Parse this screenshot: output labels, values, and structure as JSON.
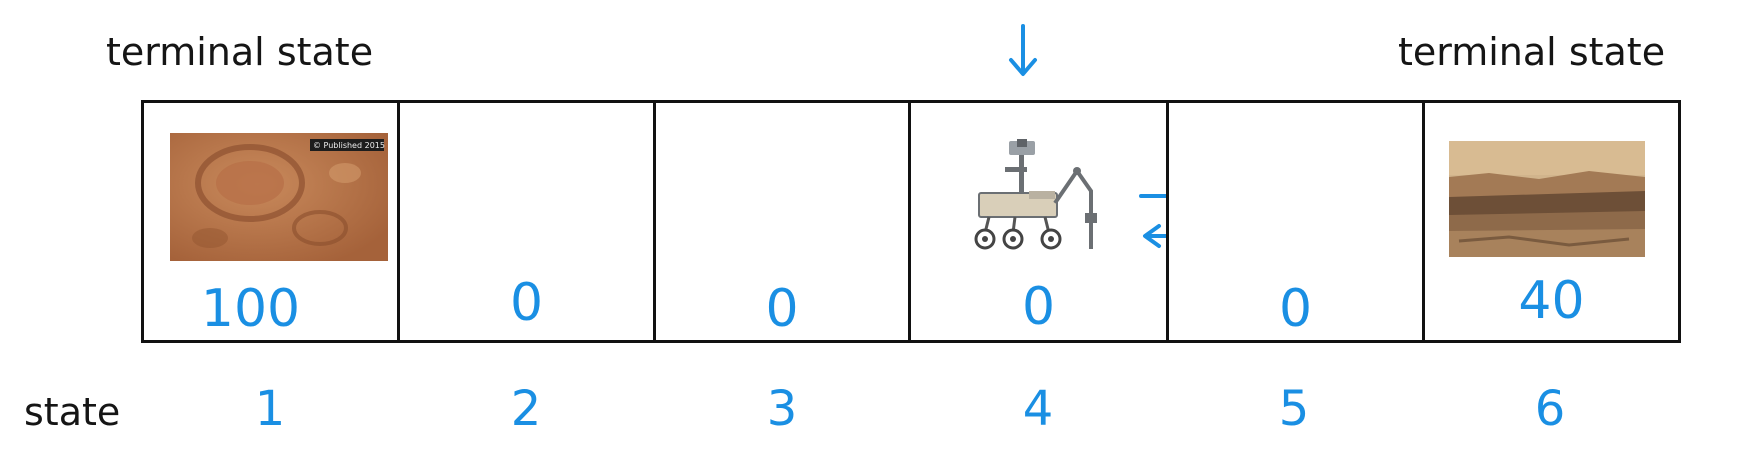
{
  "labels": {
    "left_terminal": "terminal state",
    "right_terminal": "terminal state",
    "row_label": "state"
  },
  "states": [
    {
      "number": "1",
      "reward": "100"
    },
    {
      "number": "2",
      "reward": "0"
    },
    {
      "number": "3",
      "reward": "0"
    },
    {
      "number": "4",
      "reward": "0"
    },
    {
      "number": "5",
      "reward": "0"
    },
    {
      "number": "6",
      "reward": "40"
    }
  ],
  "icons": {
    "current_state_marker": "down-arrow-icon",
    "move_arrows": "left-right-arrows-icon",
    "rover": "mars-rover-icon"
  },
  "photo_caption": "© Published 2015",
  "colors": {
    "annotation_blue": "#1a8fe3",
    "cell_border": "#111111",
    "mars_soil": "#b9764a"
  }
}
